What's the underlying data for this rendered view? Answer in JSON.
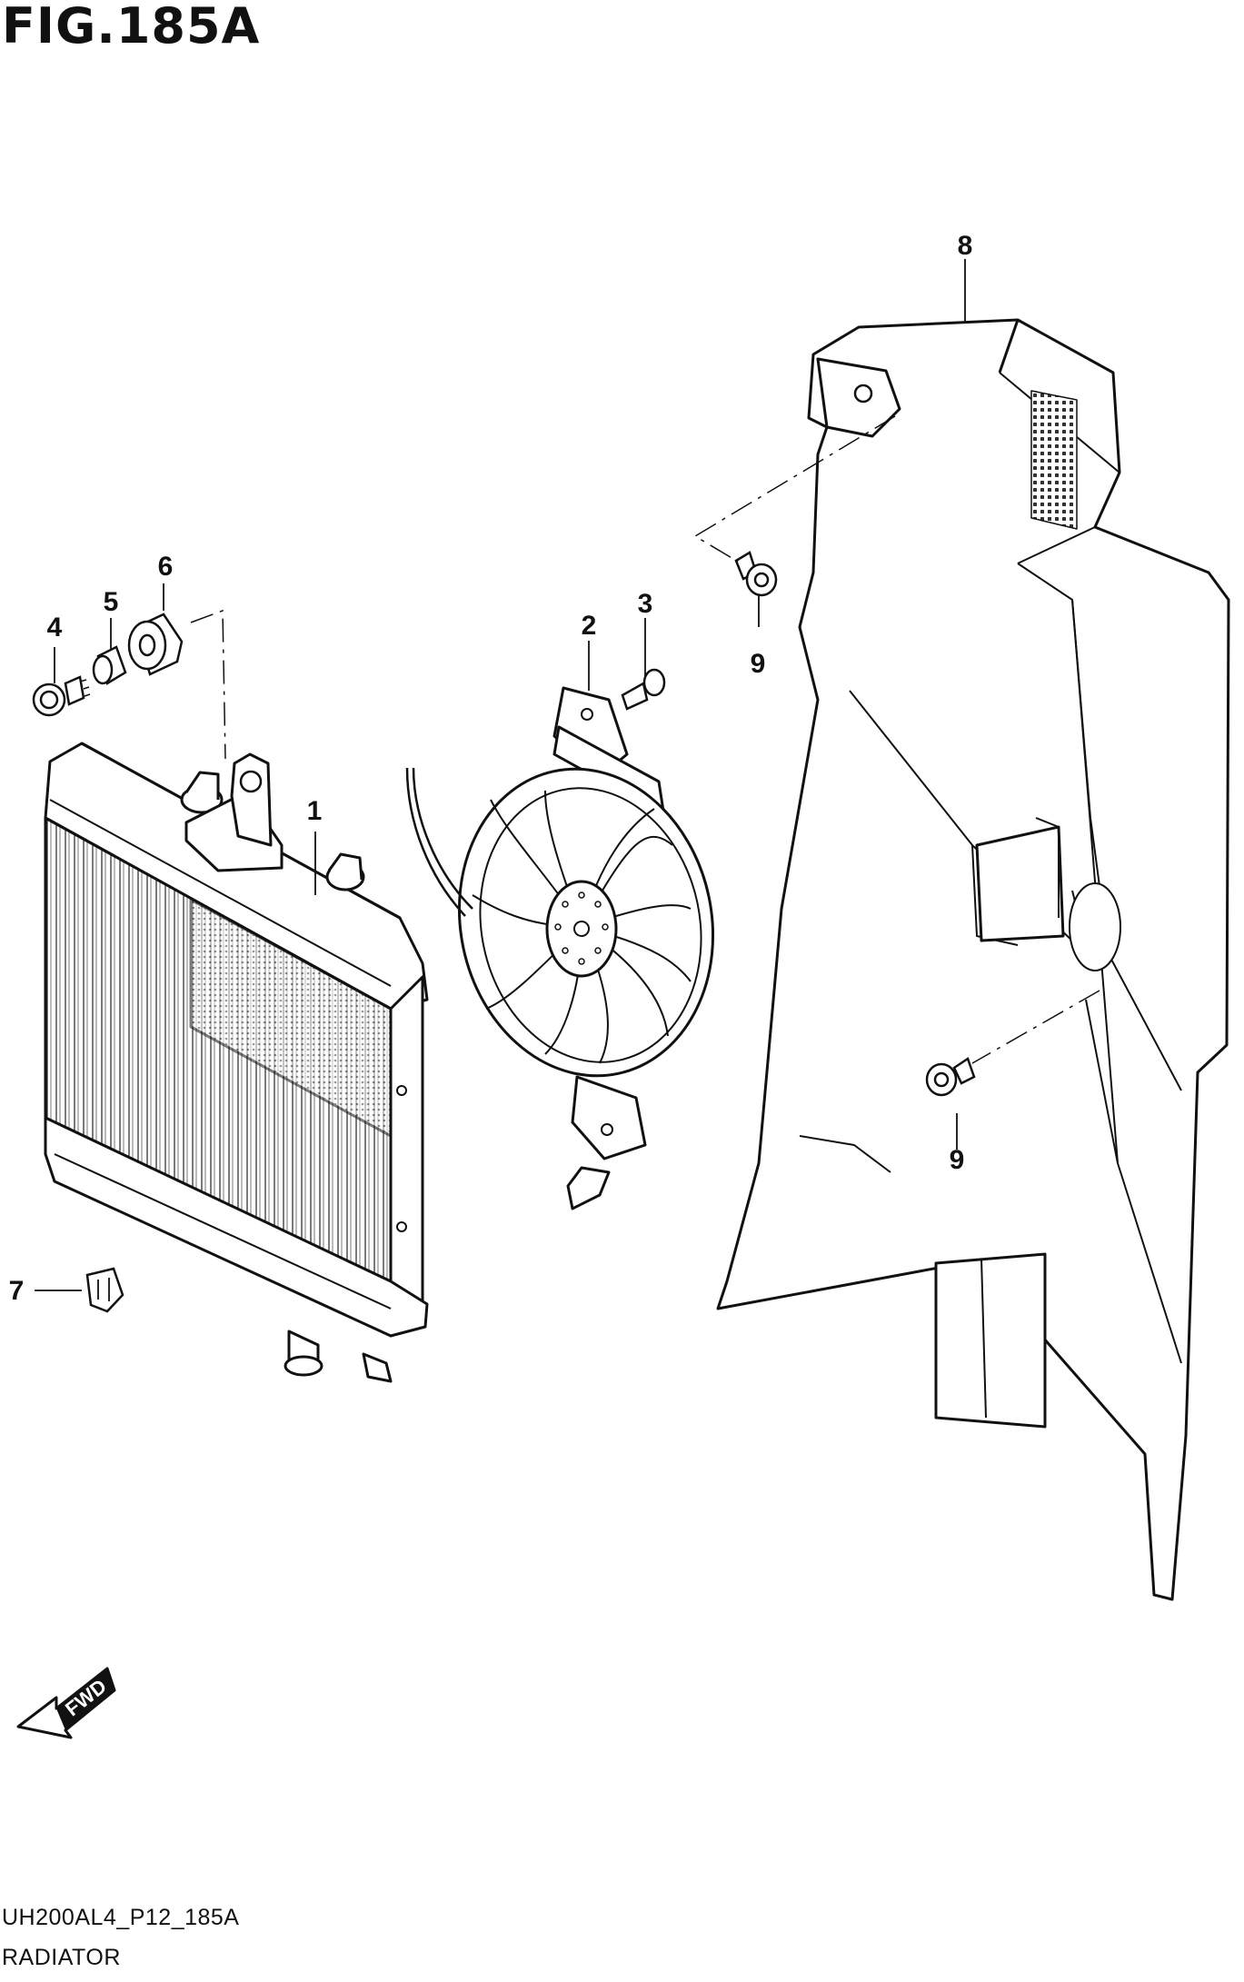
{
  "figure": {
    "title": "FIG.185A"
  },
  "callouts": {
    "c1": "1",
    "c2": "2",
    "c3": "3",
    "c4": "4",
    "c5": "5",
    "c6": "6",
    "c7": "7",
    "c8": "8",
    "c9a": "9",
    "c9b": "9"
  },
  "fwd_label": "FWD",
  "footer": {
    "code": "UH200AL4_P12_185A",
    "title": "RADIATOR"
  }
}
